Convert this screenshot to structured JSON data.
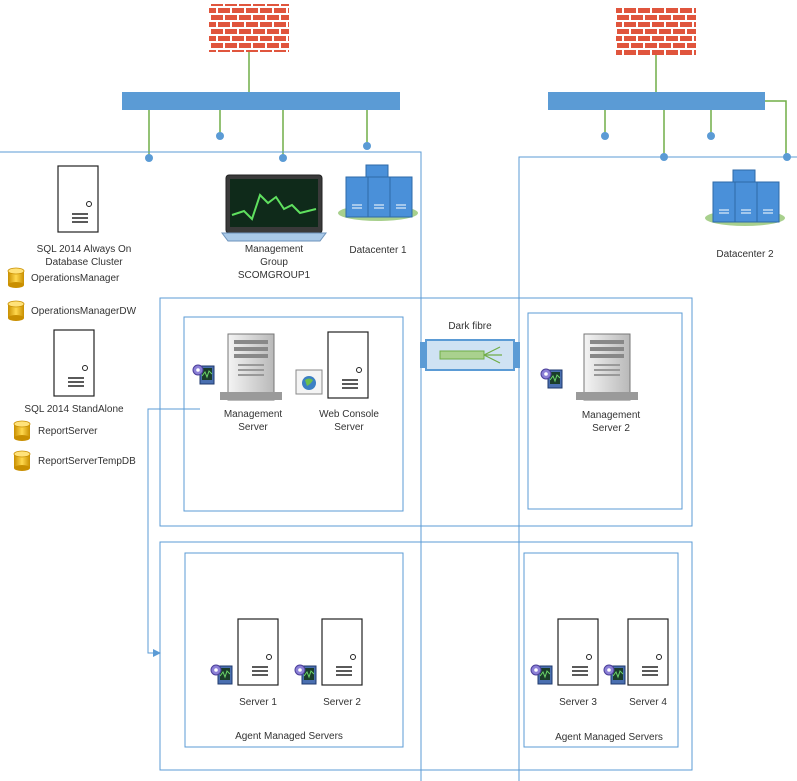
{
  "dc1": {
    "sql_cluster_label_1": "SQL 2014 Always On",
    "sql_cluster_label_2": "Database Cluster",
    "db_operations_manager": "OperationsManager",
    "db_operations_manager_dw": "OperationsManagerDW",
    "sql_standalone_label": "SQL 2014 StandAlone",
    "db_report_server": "ReportServer",
    "db_report_server_temp": "ReportServerTempDB",
    "mg_label_1": "Management",
    "mg_label_2": "Group",
    "mg_label_3": "SCOMGROUP1",
    "datacenter_label": "Datacenter 1",
    "ms_label_1": "Management",
    "ms_label_2": "Server",
    "web_label_1": "Web Console",
    "web_label_2": "Server",
    "server1_label": "Server 1",
    "server2_label": "Server 2",
    "agent_group_label": "Agent Managed Servers"
  },
  "dc2": {
    "datacenter_label": "Datacenter 2",
    "ms_label_1": "Management",
    "ms_label_2": "Server 2",
    "server3_label": "Server 3",
    "server4_label": "Server 4",
    "agent_group_label": "Agent Managed Servers"
  },
  "link": {
    "dark_fibre_label": "Dark fibre"
  },
  "colors": {
    "network_bar": "#5b9bd5",
    "boundary_line": "#5b9bd5",
    "green_link": "#70ad47",
    "firewall_brick": "#e0553d",
    "database": "#f0b800"
  }
}
